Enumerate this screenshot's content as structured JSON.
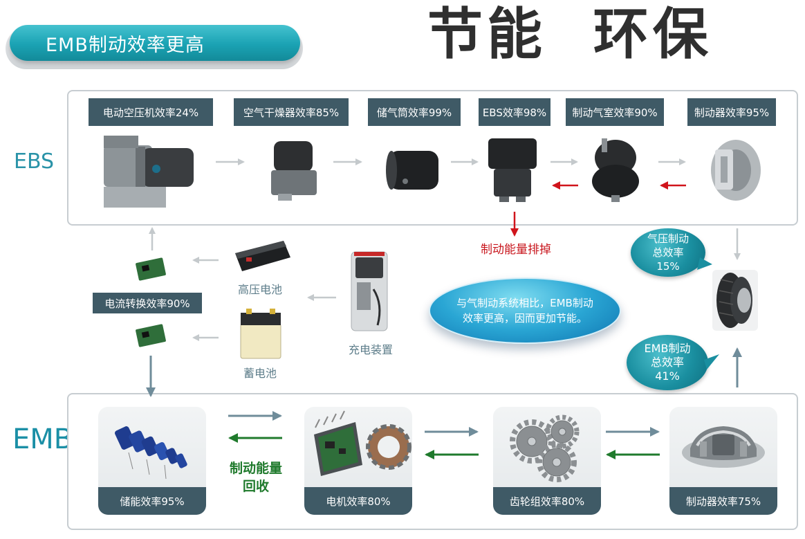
{
  "header": {
    "banner_text": "EMB制动效率更高",
    "title": "节能  环保"
  },
  "ebs": {
    "side_label": "EBS",
    "components": [
      {
        "label": "电动空压机效率24%",
        "icon": "air-compressor-icon"
      },
      {
        "label": "空气干燥器效率85%",
        "icon": "air-dryer-icon"
      },
      {
        "label": "储气筒效率99%",
        "icon": "air-tank-icon"
      },
      {
        "label": "EBS效率98%",
        "icon": "ebs-valve-icon"
      },
      {
        "label": "制动气室效率90%",
        "icon": "brake-chamber-icon"
      },
      {
        "label": "制动器效率95%",
        "icon": "brake-caliper-icon"
      }
    ],
    "energy_loss": "制动能量排掉"
  },
  "middle": {
    "converter_label": "电流转换效率90%",
    "hv_battery": "高压电池",
    "storage_battery": "蓄电池",
    "charger": "充电装置",
    "comparison_text": [
      "与气制动系统相比，EMB制动",
      "效率更高，因而更加节能。"
    ],
    "air_total": [
      "气压制动",
      "总效率",
      "15%"
    ],
    "emb_total": [
      "EMB制动",
      "总效率",
      "41%"
    ]
  },
  "emb": {
    "side_label": "EMB",
    "components": [
      {
        "label": "储能效率95%",
        "icon": "capacitor-icon"
      },
      {
        "label": "电机效率80%",
        "icon": "motor-icon"
      },
      {
        "label": "齿轮组效率80%",
        "icon": "gear-set-icon"
      },
      {
        "label": "制动器效率75%",
        "icon": "emb-caliper-icon"
      }
    ],
    "recovery_text": [
      "制动能量",
      "回收"
    ]
  },
  "colors": {
    "teal": "#1aa2b3",
    "dark_label": "#3f5a66",
    "red_arrow": "#d0141b",
    "green_arrow": "#1f7a2c",
    "gray_arrow": "#c4c9cc"
  }
}
